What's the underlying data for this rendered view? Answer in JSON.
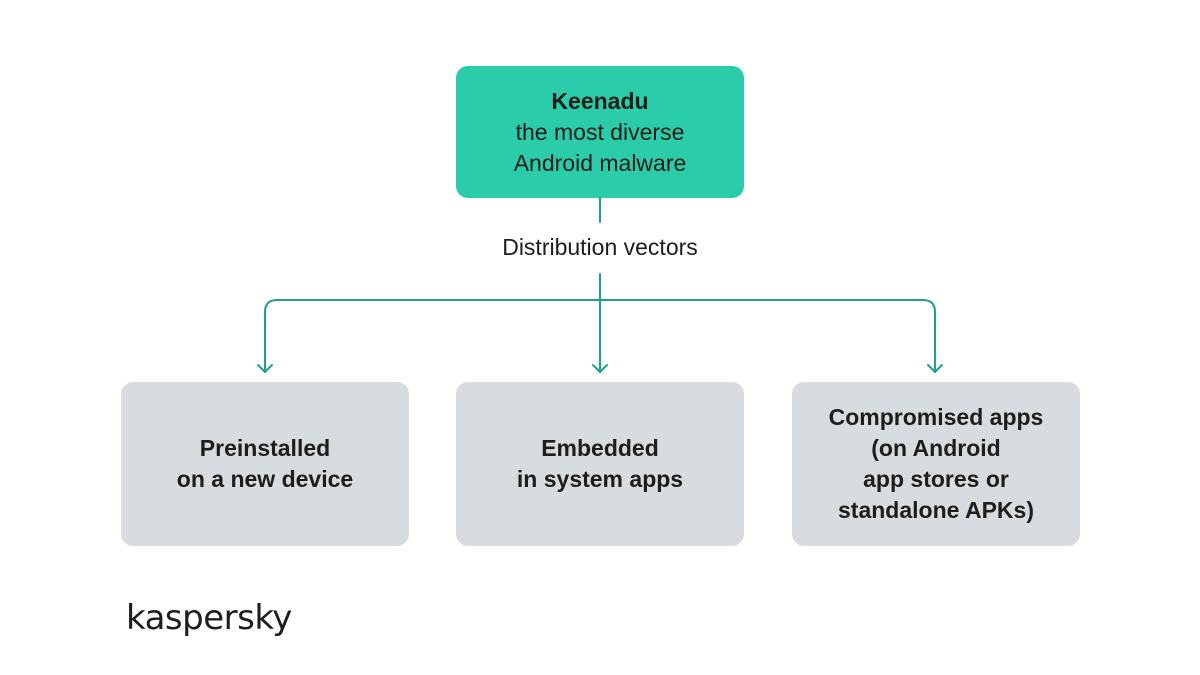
{
  "root": {
    "title": "Keenadu",
    "line2": "the most diverse",
    "line3": "Android malware"
  },
  "connector_label": "Distribution vectors",
  "vectors": [
    {
      "label": "Preinstalled\non a new device"
    },
    {
      "label": "Embedded\nin system apps"
    },
    {
      "label": "Compromised apps\n(on Android\napp stores or\nstandalone APKs)"
    }
  ],
  "logo": "kaspersky",
  "colors": {
    "accent": "#2bcca9",
    "connector": "#1aa386",
    "box": "#d7dce1",
    "text": "#1d1d1b"
  }
}
